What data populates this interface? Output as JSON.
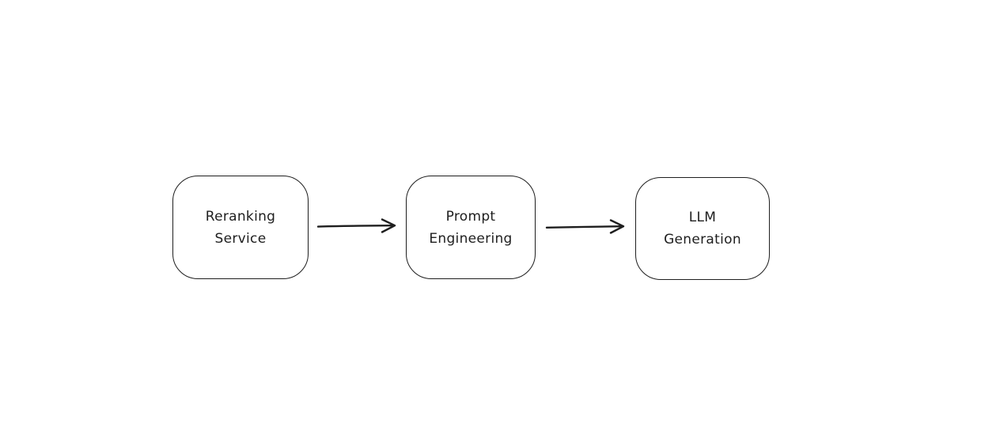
{
  "diagram": {
    "background_color": "#ffffff",
    "stroke_color": "#1e1e1e",
    "style": "hand-drawn flowchart",
    "nodes": [
      {
        "id": "reranking-service",
        "label": "Reranking Service",
        "label_line1": "Reranking",
        "label_line2": "Service"
      },
      {
        "id": "prompt-engineering",
        "label": "Prompt Engineering",
        "label_line1": "Prompt",
        "label_line2": "Engineering"
      },
      {
        "id": "llm-generation",
        "label": "LLM Generation",
        "label_line1": "LLM",
        "label_line2": "Generation"
      }
    ],
    "edges": [
      {
        "from": "reranking-service",
        "to": "prompt-engineering",
        "direction": "right",
        "style": "arrow"
      },
      {
        "from": "prompt-engineering",
        "to": "llm-generation",
        "direction": "right",
        "style": "arrow"
      }
    ]
  }
}
